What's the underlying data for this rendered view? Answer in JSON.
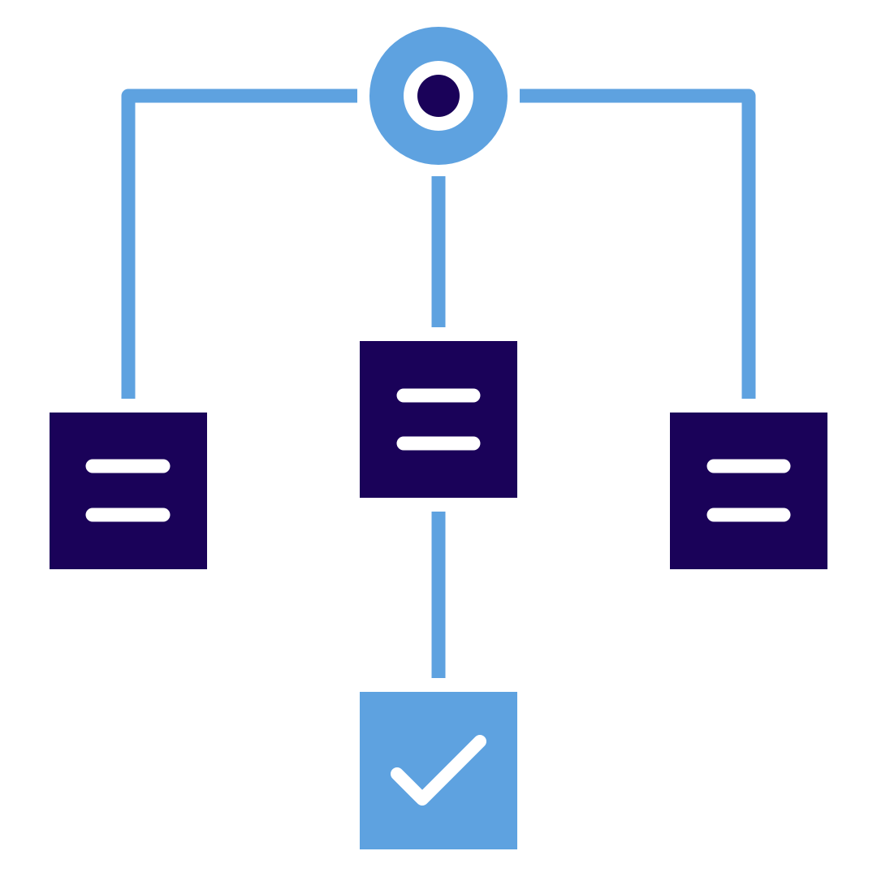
{
  "colors": {
    "background": "#ffffff",
    "connector": "#5ea2e0",
    "node_dark": "#1a0259",
    "node_accent": "#5ea2e0",
    "icon_light": "#ffffff"
  },
  "diagram": {
    "type": "hierarchy-flow",
    "root": {
      "id": "root",
      "shape": "ring",
      "icon": "target-circle-icon"
    },
    "nodes": [
      {
        "id": "left",
        "shape": "square",
        "icon": "two-lines-icon",
        "parent": "root"
      },
      {
        "id": "center",
        "shape": "square",
        "icon": "two-lines-icon",
        "parent": "root"
      },
      {
        "id": "right",
        "shape": "square",
        "icon": "two-lines-icon",
        "parent": "root"
      },
      {
        "id": "result",
        "shape": "square",
        "icon": "checkmark-icon",
        "parent": "center"
      }
    ],
    "connections": [
      {
        "from": "root",
        "to": "left"
      },
      {
        "from": "root",
        "to": "center"
      },
      {
        "from": "root",
        "to": "right"
      },
      {
        "from": "center",
        "to": "result"
      }
    ]
  }
}
